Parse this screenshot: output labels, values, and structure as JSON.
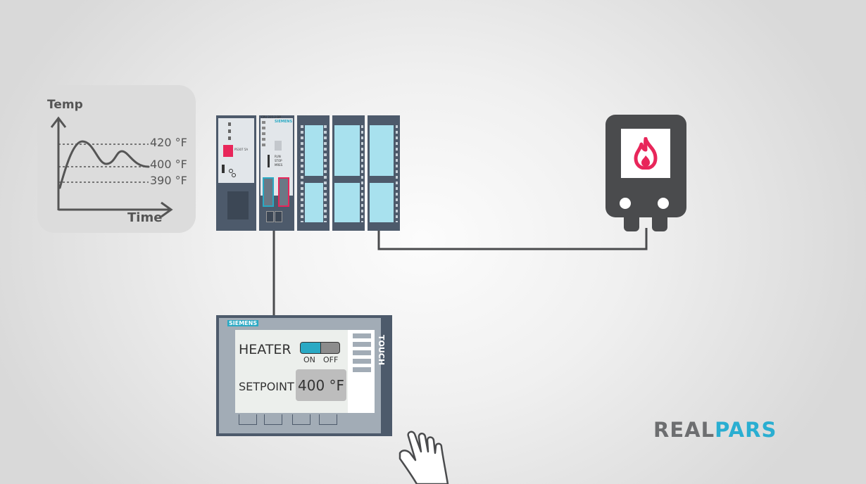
{
  "graph": {
    "y_axis_label": "Temp",
    "x_axis_label": "Time",
    "level_upper": "420 °F",
    "level_setpoint": "400 °F",
    "level_lower": "390 °F"
  },
  "plc": {
    "cpu_model": "CPU 315-2 DP",
    "cpu_brand": "SIEMENS",
    "psu_label": "PS307 5A",
    "mode_labels": [
      "RUN",
      "STOP",
      "MRES"
    ]
  },
  "hmi": {
    "brand": "SIEMENS",
    "side_label": "TOUCH",
    "heater_label": "HEATER",
    "toggle_on": "ON",
    "toggle_off": "OFF",
    "setpoint_label": "SETPOINT",
    "setpoint_value": "400 °F"
  },
  "logo": {
    "part1": "REAL",
    "part2": "PARS",
    "color1": "#6d6e70",
    "color2": "#2aaed1"
  },
  "colors": {
    "accent_blue": "#29a9c4",
    "accent_pink": "#e8265a",
    "module_dark": "#4d5a6b",
    "heater_body": "#4a4b4d"
  }
}
